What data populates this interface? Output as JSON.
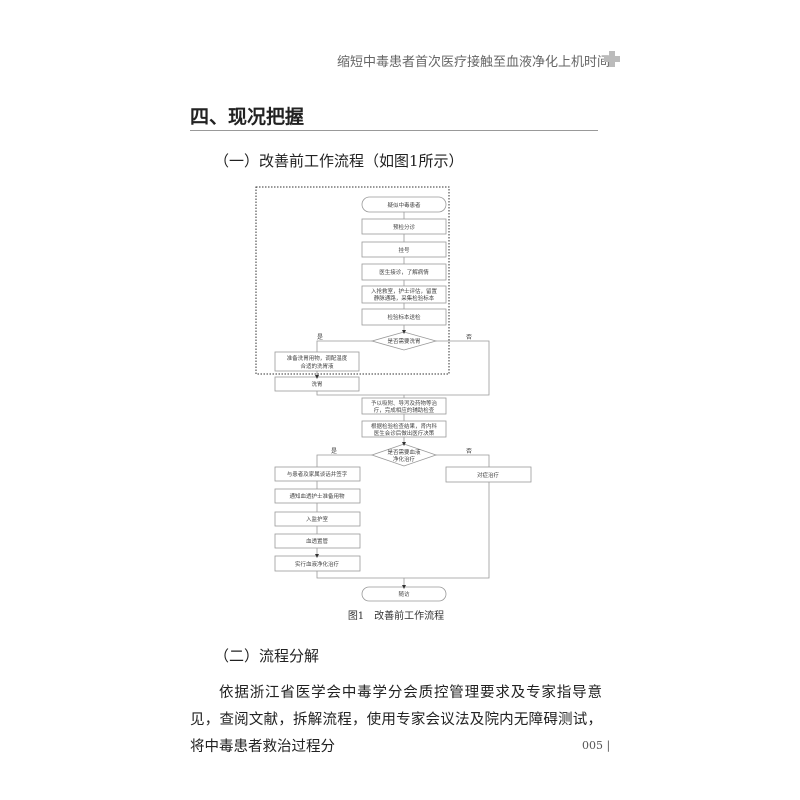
{
  "header": {
    "running_title": "缩短中毒患者首次医疗接触至血液净化上机时间"
  },
  "section": {
    "title": "四、现况把握"
  },
  "subsection1": {
    "title": "（一）改善前工作流程（如图1所示）"
  },
  "flowchart": {
    "start": "疑似中毒患者",
    "steps": [
      "预检分诊",
      "挂号",
      "医生接诊，了解病情"
    ],
    "step_rescue": [
      "入抢救室，护士评估，留置",
      "静脉通路，采集检验标本"
    ],
    "step_send": "检验标本送检",
    "decision1": "是否需要洗胃",
    "yes": "是",
    "no": "否",
    "prep_lavage": [
      "准备洗胃用物，调配温度",
      "合适的洗胃液"
    ],
    "lavage": "洗胃",
    "treat": [
      "予以吸附、导泻及药物等治",
      "疗，完成相应的辅助检查"
    ],
    "decide": [
      "根据检验检查结果，肾内科",
      "医生会诊后做出医疗决策"
    ],
    "decision2": [
      "是否需要血液",
      "净化治疗"
    ],
    "left_steps": [
      "与患者及家属谈话并签字",
      "通知血透护士准备用物",
      "入监护室",
      "血透置管",
      "实行血液净化治疗"
    ],
    "symptomatic": "对症治疗",
    "end": "随访",
    "caption": "图1　改善前工作流程"
  },
  "subsection2": {
    "title": "（二）流程分解"
  },
  "paragraph": "依据浙江省医学会中毒学分会质控管理要求及专家指导意见，查阅文献，拆解流程，使用专家会议法及院内无障碍测试，将中毒患者救治过程分",
  "page_number": "005 |"
}
